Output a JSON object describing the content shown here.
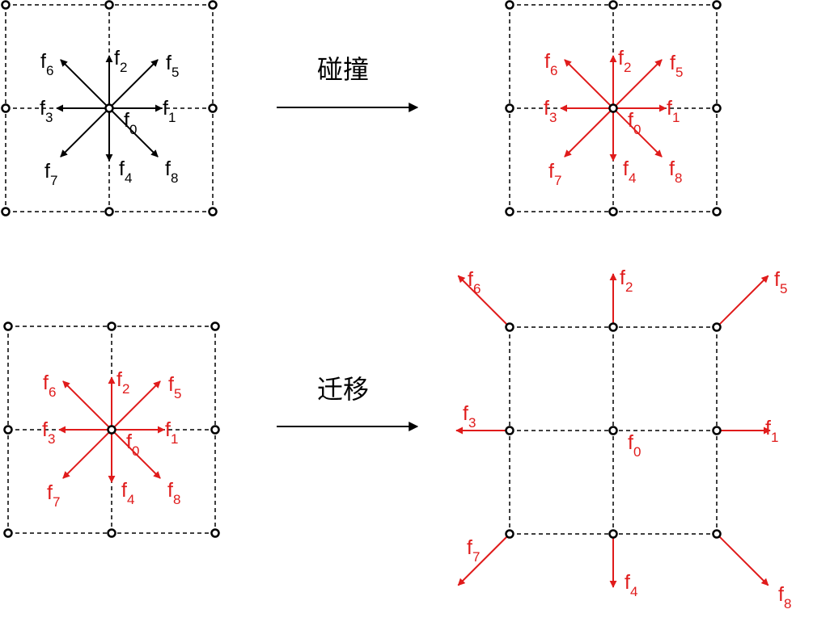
{
  "steps": {
    "collision": "碰撞",
    "streaming": "迁移"
  },
  "labels": {
    "f0": {
      "base": "f",
      "sub": "0"
    },
    "f1": {
      "base": "f",
      "sub": "1"
    },
    "f2": {
      "base": "f",
      "sub": "2"
    },
    "f3": {
      "base": "f",
      "sub": "3"
    },
    "f4": {
      "base": "f",
      "sub": "4"
    },
    "f5": {
      "base": "f",
      "sub": "5"
    },
    "f6": {
      "base": "f",
      "sub": "6"
    },
    "f7": {
      "base": "f",
      "sub": "7"
    },
    "f8": {
      "base": "f",
      "sub": "8"
    }
  },
  "colors": {
    "grid": "#000000",
    "pre_collision": "#000000",
    "post_collision": "#e01b1b",
    "background": "#ffffff"
  },
  "panels": [
    {
      "id": "before-collision",
      "arrow_color": "pre_collision"
    },
    {
      "id": "after-collision",
      "arrow_color": "post_collision"
    },
    {
      "id": "before-streaming",
      "arrow_color": "post_collision"
    },
    {
      "id": "after-streaming",
      "arrow_color": "post_collision"
    }
  ]
}
